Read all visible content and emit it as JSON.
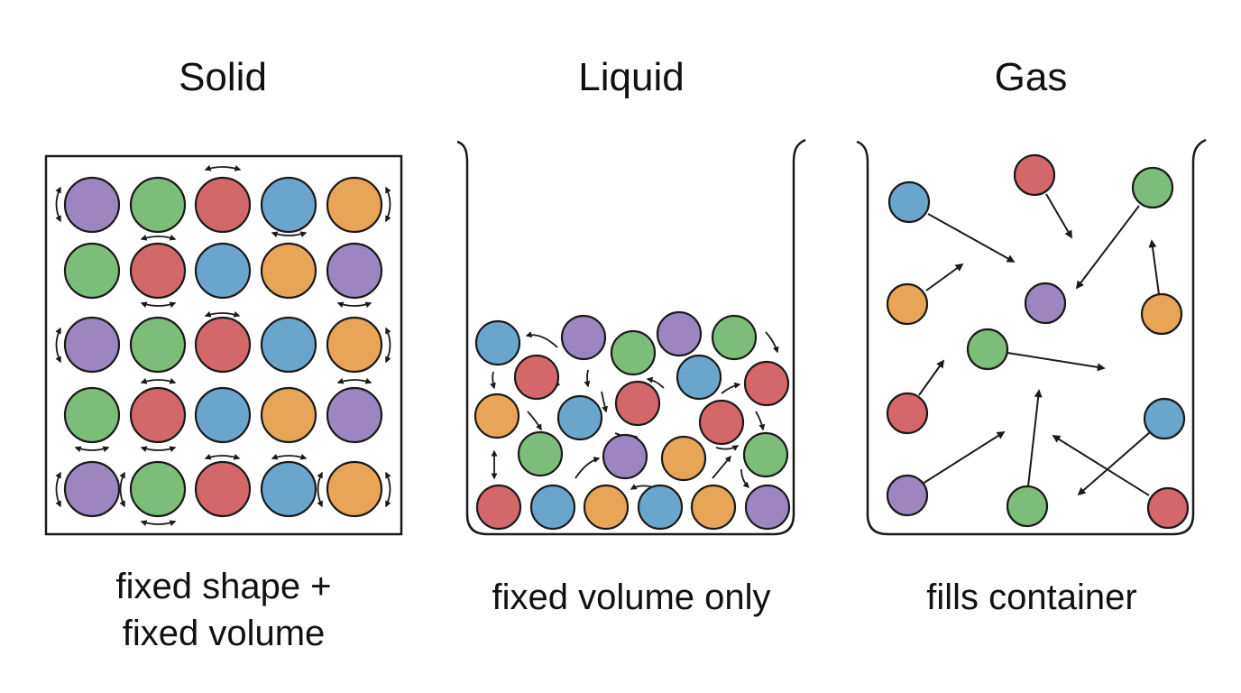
{
  "colors": {
    "purple": "#9d86bf",
    "green": "#7cbd7a",
    "red": "#d4676a",
    "blue": "#6aa6cc",
    "orange": "#e8a558",
    "outline": "#1a1a1a"
  },
  "panels": [
    {
      "id": "solid",
      "title": "Solid",
      "caption": "fixed shape +\nfixed volume",
      "particles": [
        "purple",
        "green",
        "red",
        "blue",
        "orange",
        "green",
        "red",
        "blue",
        "orange",
        "purple",
        "purple",
        "green",
        "red",
        "blue",
        "orange",
        "green",
        "red",
        "blue",
        "orange",
        "purple",
        "purple",
        "green",
        "red",
        "blue",
        "orange"
      ]
    },
    {
      "id": "liquid",
      "title": "Liquid",
      "caption": "fixed volume only",
      "particles": [
        "blue",
        "purple",
        "purple",
        "green",
        "red",
        "green",
        "blue",
        "red",
        "orange",
        "blue",
        "red",
        "red",
        "green",
        "purple",
        "orange",
        "green",
        "red",
        "blue",
        "orange",
        "blue",
        "orange",
        "purple"
      ]
    },
    {
      "id": "gas",
      "title": "Gas",
      "caption": "fills container",
      "particles": [
        "blue",
        "red",
        "green",
        "orange",
        "purple",
        "orange",
        "green",
        "red",
        "blue",
        "purple",
        "green",
        "red"
      ]
    }
  ]
}
